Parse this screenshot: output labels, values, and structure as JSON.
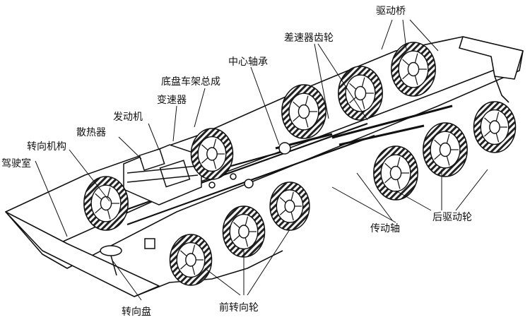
{
  "labels": {
    "cab": "驾驶室",
    "steering_mechanism": "转向机构",
    "radiator": "散热器",
    "engine": "发动机",
    "transmission": "变速器",
    "chassis_frame_assembly": "底盘车架总成",
    "center_bearing": "中心轴承",
    "differential_gear": "差速器齿轮",
    "drive_axle": "驱动桥",
    "rear_drive_wheels": "后驱动轮",
    "drive_shaft": "传动轴",
    "front_steering_wheels": "前转向轮",
    "steering_wheel": "转向盘"
  },
  "colors": {
    "line": "#111111",
    "background": "#ffffff",
    "tire_tread": "#222222"
  }
}
